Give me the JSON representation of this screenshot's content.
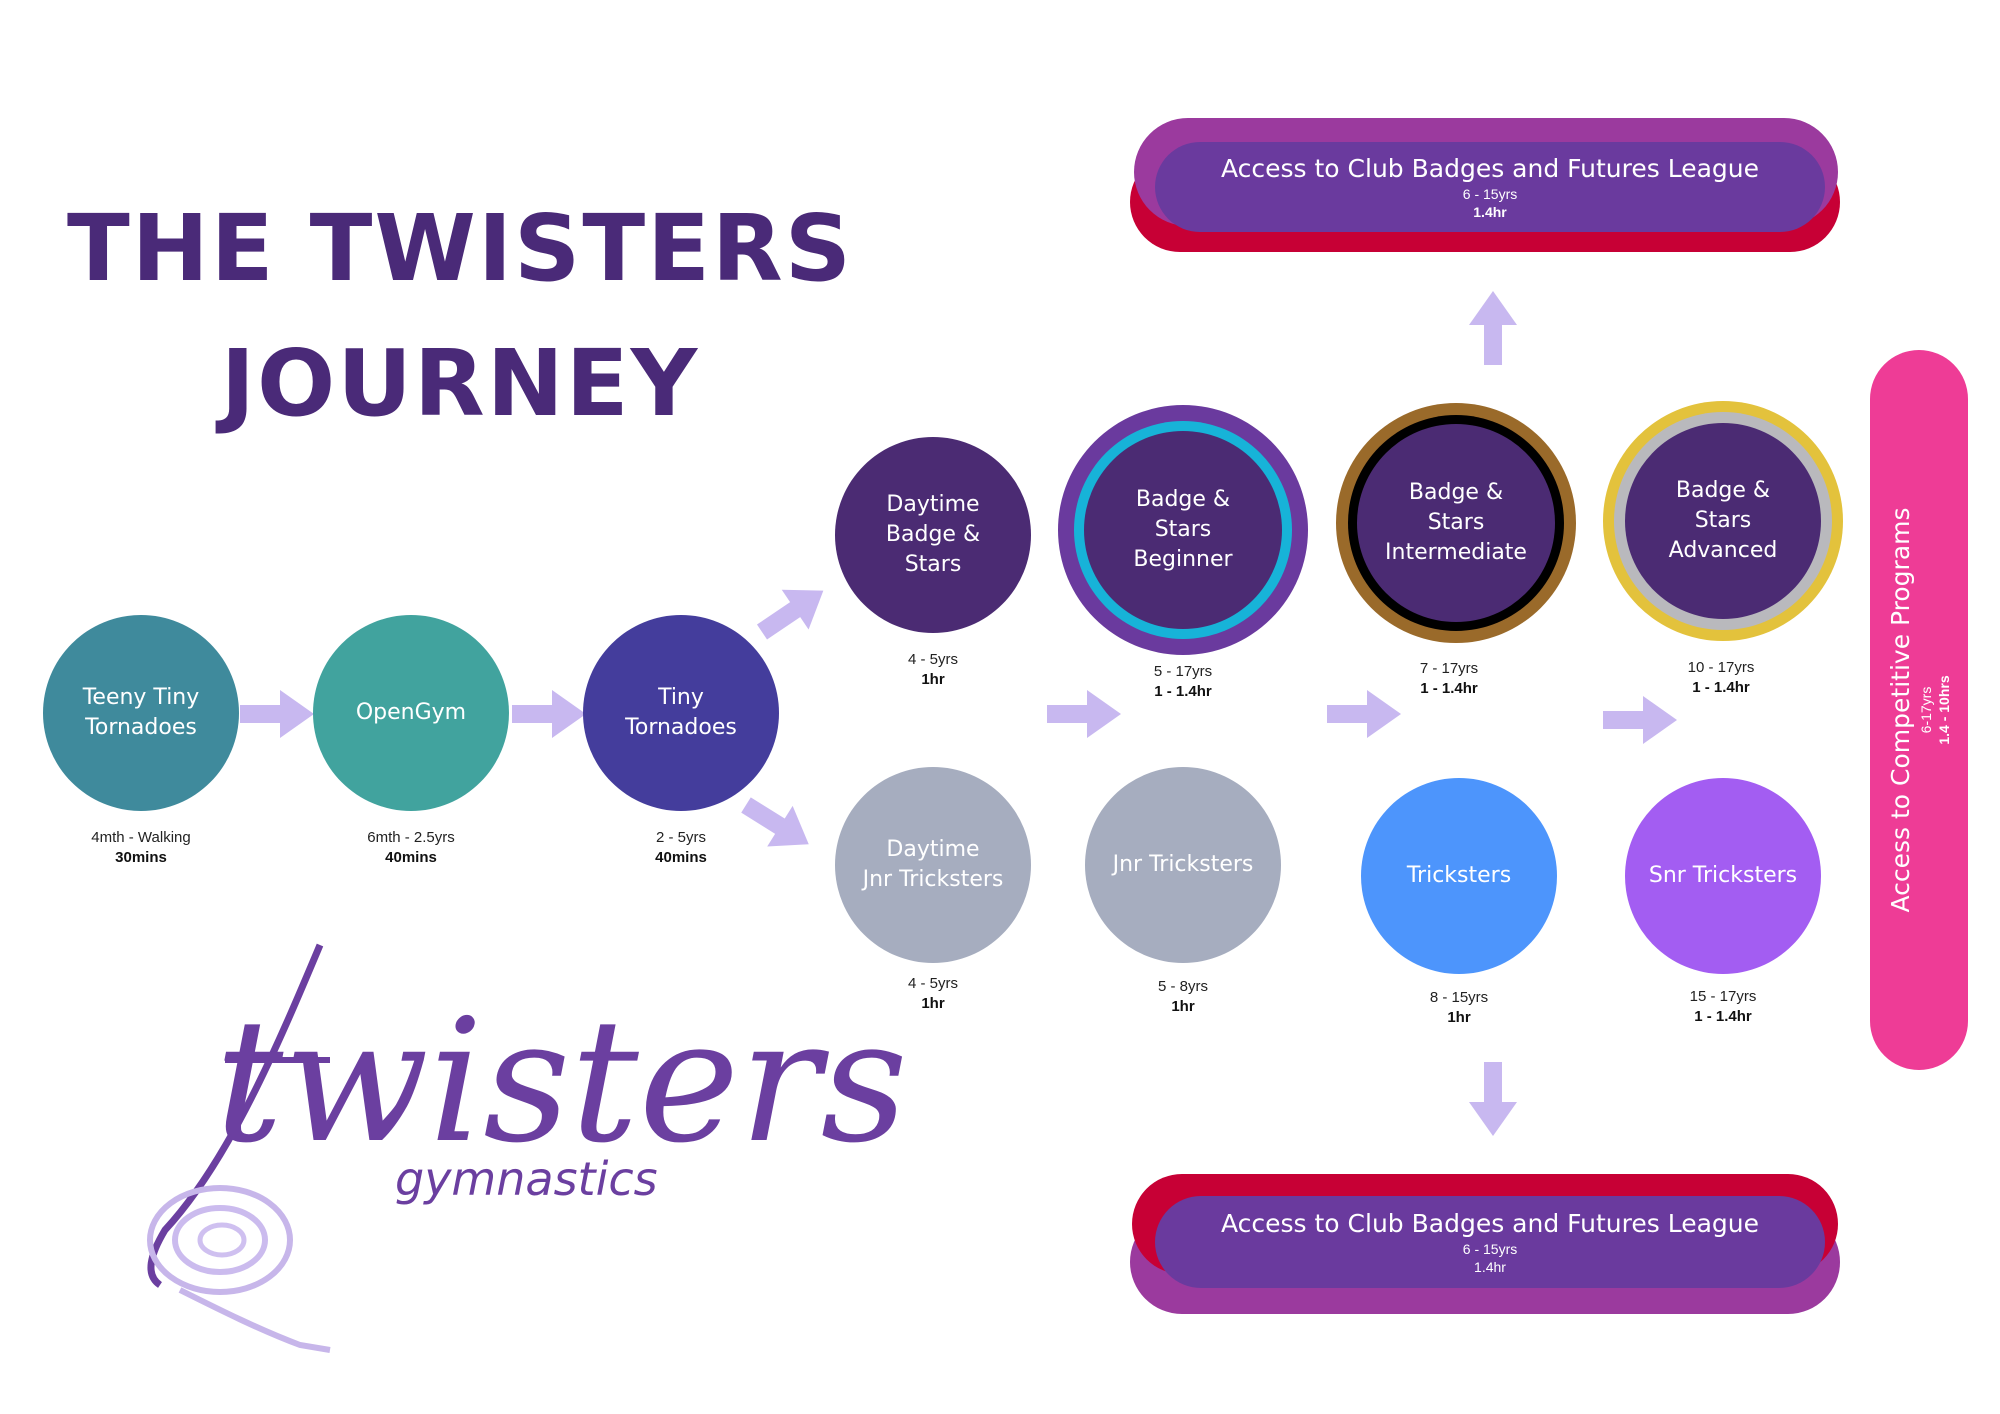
{
  "title": {
    "line1": "THE TWISTERS",
    "line2": "JOURNEY"
  },
  "logo": {
    "word": "twisters",
    "subword": "gymnastics"
  },
  "nodes": {
    "teeny": {
      "label": "Teeny Tiny\nTornadoes",
      "age": "4mth - Walking",
      "duration": "30mins"
    },
    "opengym": {
      "label": "OpenGym",
      "age": "6mth - 2.5yrs",
      "duration": "40mins"
    },
    "tiny": {
      "label": "Tiny\nTornadoes",
      "age": "2 - 5yrs",
      "duration": "40mins"
    },
    "daytime_badge": {
      "label": "Daytime\nBadge &\nStars",
      "age": "4 - 5yrs",
      "duration": "1hr"
    },
    "badge_beginner": {
      "label": "Badge &\nStars\nBeginner",
      "age": "5 - 17yrs",
      "duration": "1 - 1.4hr"
    },
    "badge_intermediate": {
      "label": "Badge &\nStars\nIntermediate",
      "age": "7 - 17yrs",
      "duration": "1 - 1.4hr"
    },
    "badge_advanced": {
      "label": "Badge &\nStars\nAdvanced",
      "age": "10 - 17yrs",
      "duration": "1 - 1.4hr"
    },
    "daytime_jnr": {
      "label": "Daytime\nJnr Tricksters",
      "age": "4 - 5yrs",
      "duration": "1hr"
    },
    "jnr": {
      "label": "Jnr Tricksters",
      "age": "5 - 8yrs",
      "duration": "1hr"
    },
    "tricksters": {
      "label": "Tricksters",
      "age": "8 - 15yrs",
      "duration": "1hr"
    },
    "snr": {
      "label": "Snr Tricksters",
      "age": "15 - 17yrs",
      "duration": "1 - 1.4hr"
    }
  },
  "pill_top": {
    "title": "Access to Club Badges and Futures League",
    "age": "6 - 15yrs",
    "duration": "1.4hr"
  },
  "pill_bottom": {
    "title": "Access to Club Badges and Futures League",
    "age": "6 - 15yrs",
    "duration": "1.4hr"
  },
  "competitive": {
    "title": "Access to Competitive Programs",
    "age": "6-17yrs",
    "duration": "1.4 - 10hrs"
  },
  "colors": {
    "title": "#4a2a78",
    "teal_dark": "#3f8a9c",
    "teal": "#41a39e",
    "indigo": "#443d9c",
    "purple_dark": "#4b2b73",
    "grey": "#a6adbf",
    "blue": "#4d95fc",
    "violet": "#a35df2",
    "arrow": "#c8b8f0",
    "pink": "#ee3c96",
    "crimson": "#c70035",
    "magenta": "#9b3a9e",
    "pill_inner": "#6a3a9e"
  }
}
